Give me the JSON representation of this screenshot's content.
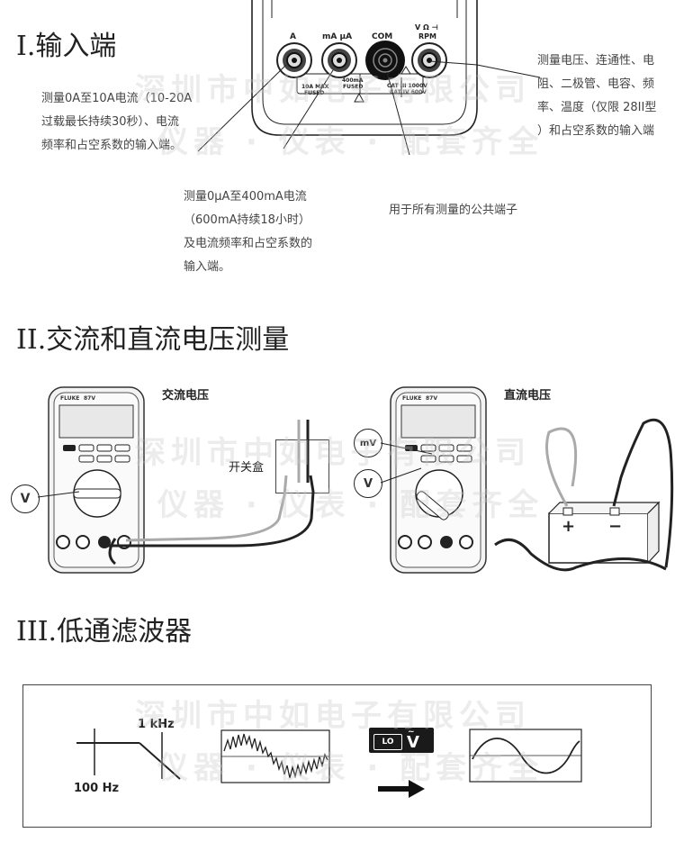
{
  "section1": {
    "heading": "I.输入端",
    "terminal_a": "A",
    "terminal_ma": "mA µA",
    "terminal_com": "COM",
    "terminal_v_line1": "V Ω ⊣",
    "terminal_v_line2": "RPM",
    "fuse_10a_line1": "10A MAX",
    "fuse_10a_line2": "FUSED",
    "fuse_400ma_line1": "400mA",
    "fuse_400ma_line2": "FUSED",
    "cat_line1": "CAT III 1000V",
    "cat_line2": "CAT IV 600V",
    "desc_a": [
      "测量0A至10A电流（10-20A",
      "过载最长持续30秒）、电流",
      "频率和占空系数的输入端。"
    ],
    "desc_ma": [
      "测量0µA至400mA电流",
      "（600mA持续18小时）",
      "及电流频率和占空系数的",
      "输入端。"
    ],
    "desc_com": "用于所有测量的公共端子",
    "desc_v": [
      "测量电压、连通性、电",
      "阻、二极管、电容、频",
      "率、温度（仅限 28II型",
      "）和占空系数的输入端"
    ]
  },
  "section2": {
    "heading": "II.交流和直流电压测量",
    "ac_title": "交流电压",
    "dc_title": "直流电压",
    "switch_box": "开关盒",
    "ac_symbol": "V",
    "dc_mv_symbol": "mV",
    "dc_v_symbol": "V",
    "meter_brand": "FLUKE",
    "meter_model": "87V",
    "battery_plus": "+",
    "battery_minus": "−"
  },
  "section3": {
    "heading": "III.低通滤波器",
    "label_1khz": "1 kHz",
    "label_100hz": "100 Hz",
    "lo_label": "LO",
    "v_label": "V"
  },
  "watermark": {
    "line1": "深圳市中如电子有限公司",
    "line2": "仪器 · 仪表 · 配套齐全"
  }
}
